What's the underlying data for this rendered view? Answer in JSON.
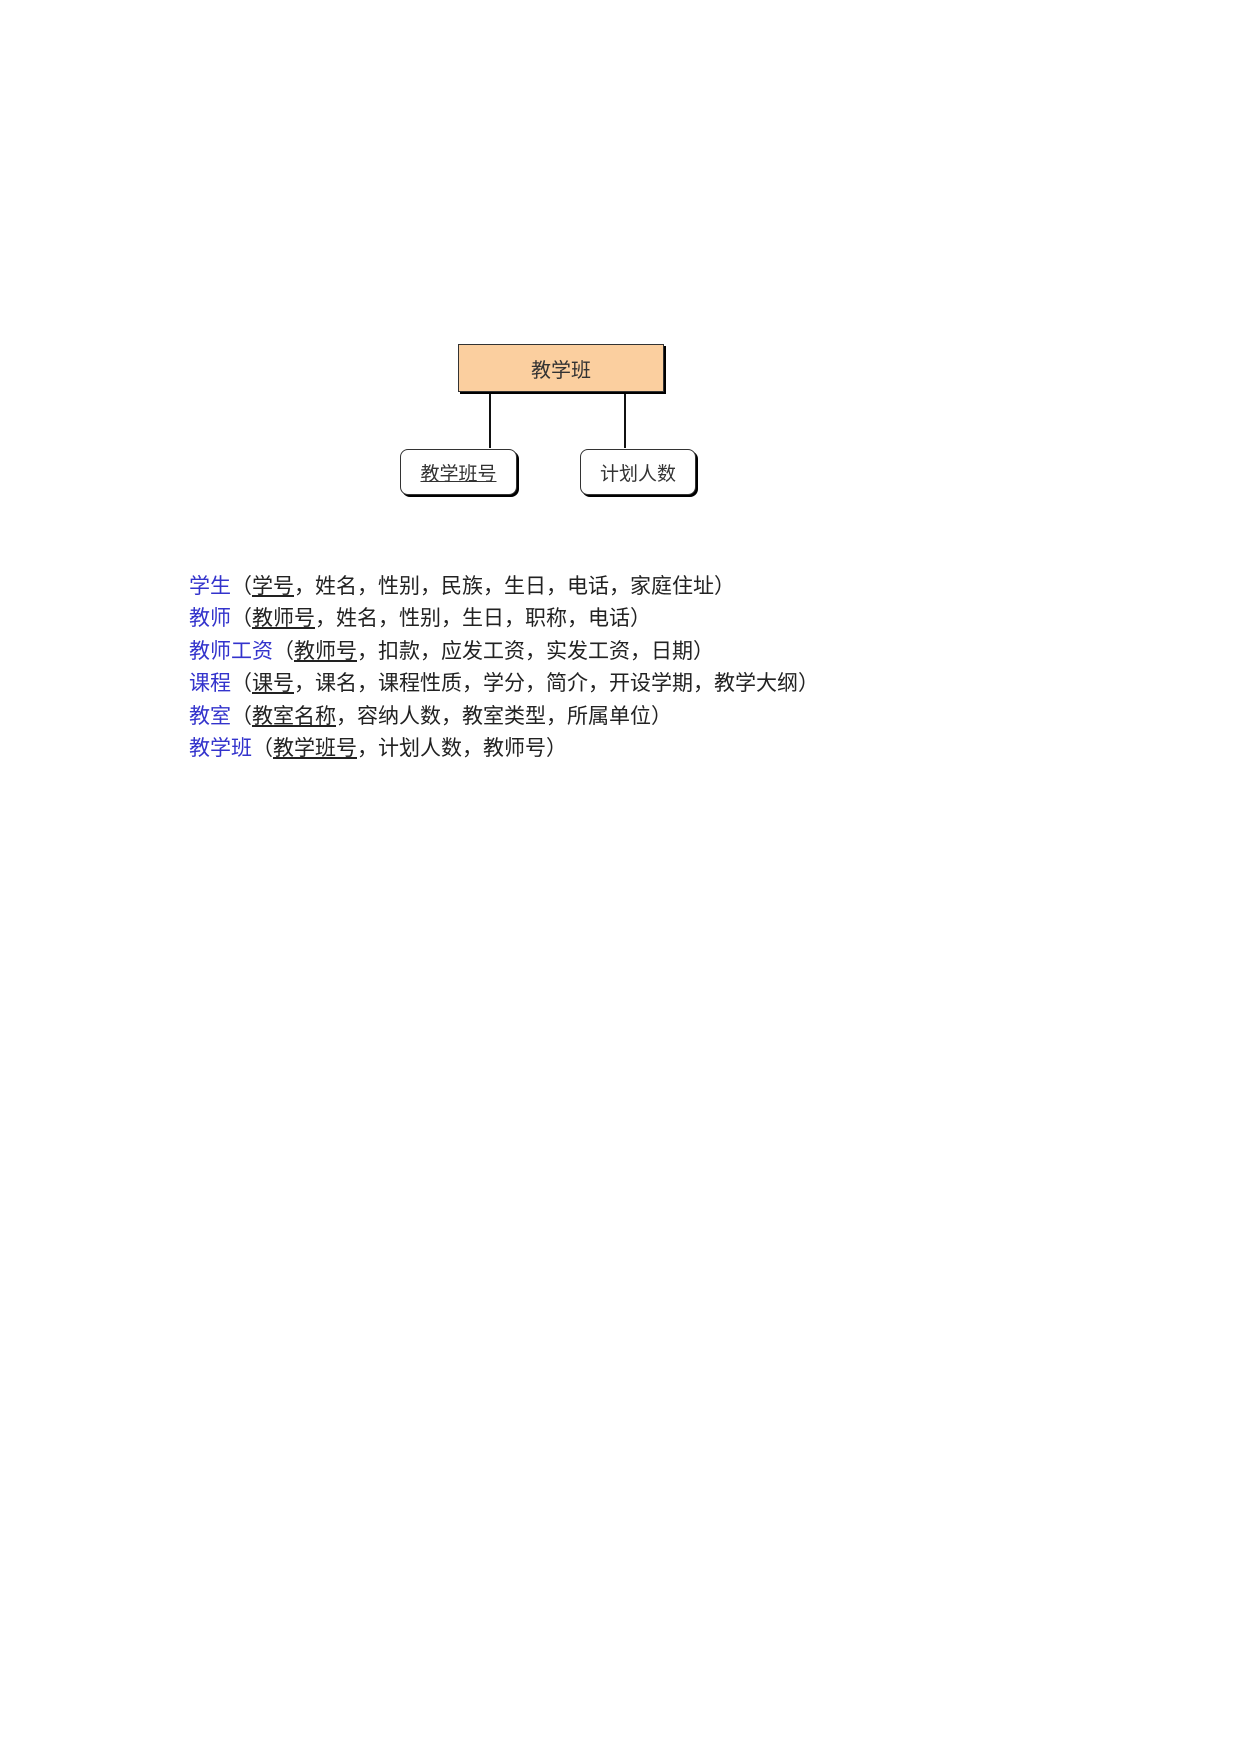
{
  "diagram": {
    "entity": "教学班",
    "attributes": [
      {
        "label": "教学班号",
        "primary_key": true
      },
      {
        "label": "计划人数",
        "primary_key": false
      }
    ],
    "colors": {
      "entity_fill": "#fbcf9f",
      "relation_name": "#3333cc"
    }
  },
  "schemas": [
    {
      "name": "学生",
      "open": "（",
      "key": "学号",
      "rest": "，姓名，性别，民族，生日，电话，家庭住址）"
    },
    {
      "name": "教师",
      "open": "（",
      "key": "教师号",
      "rest": "，姓名，性别，生日，职称，电话）"
    },
    {
      "name": "教师工资",
      "open": "（",
      "key": "教师号",
      "rest": "，扣款，应发工资，实发工资，日期）"
    },
    {
      "name": "课程",
      "open": "（",
      "key": "课号",
      "rest": "，课名，课程性质，学分，简介，开设学期，教学大纲）"
    },
    {
      "name": "教室",
      "open": "（",
      "key": "教室名称",
      "rest": "，容纳人数，教室类型，所属单位）"
    },
    {
      "name": "教学班",
      "open": "（",
      "key": "教学班号",
      "rest": "，计划人数，教师号）"
    }
  ]
}
